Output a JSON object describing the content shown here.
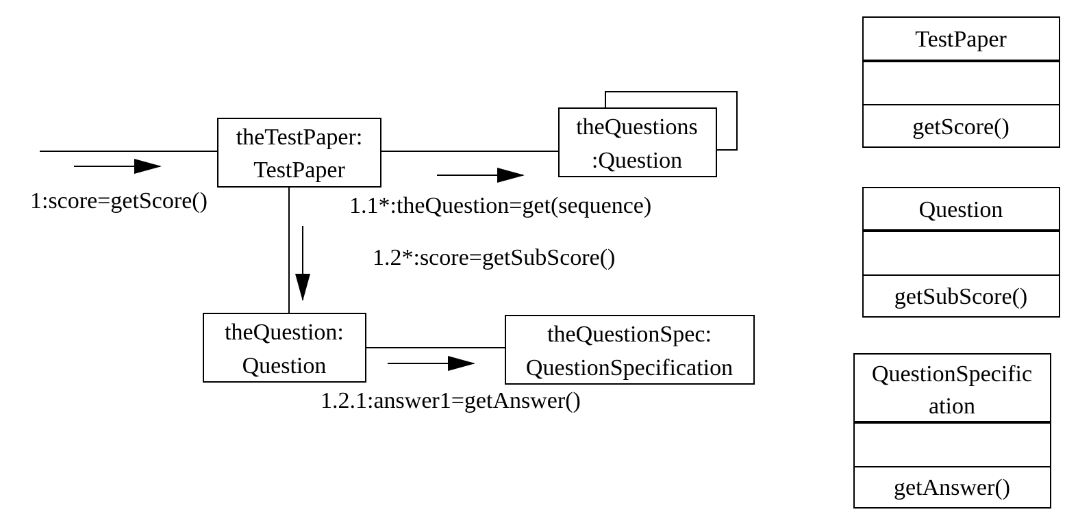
{
  "collaboration": {
    "objects": {
      "test_paper": {
        "line1": "theTestPaper:",
        "line2": "TestPaper"
      },
      "questions": {
        "line1": "theQuestions",
        "line2": ":Question"
      },
      "question": {
        "line1": "theQuestion:",
        "line2": "Question"
      },
      "question_spec": {
        "line1": "theQuestionSpec:",
        "line2": "QuestionSpecification"
      }
    },
    "messages": {
      "m1": "1:score=getScore()",
      "m1_1": "1.1*:theQuestion=get(sequence)",
      "m1_2": "1.2*:score=getSubScore()",
      "m1_2_1": "1.2.1:answer1=getAnswer()"
    }
  },
  "classes": {
    "test_paper": {
      "name": "TestPaper",
      "operation": "getScore()"
    },
    "question": {
      "name": "Question",
      "operation": "getSubScore()"
    },
    "question_spec": {
      "name_line1": "QuestionSpecific",
      "name_line2": "ation",
      "operation": "getAnswer()"
    }
  }
}
